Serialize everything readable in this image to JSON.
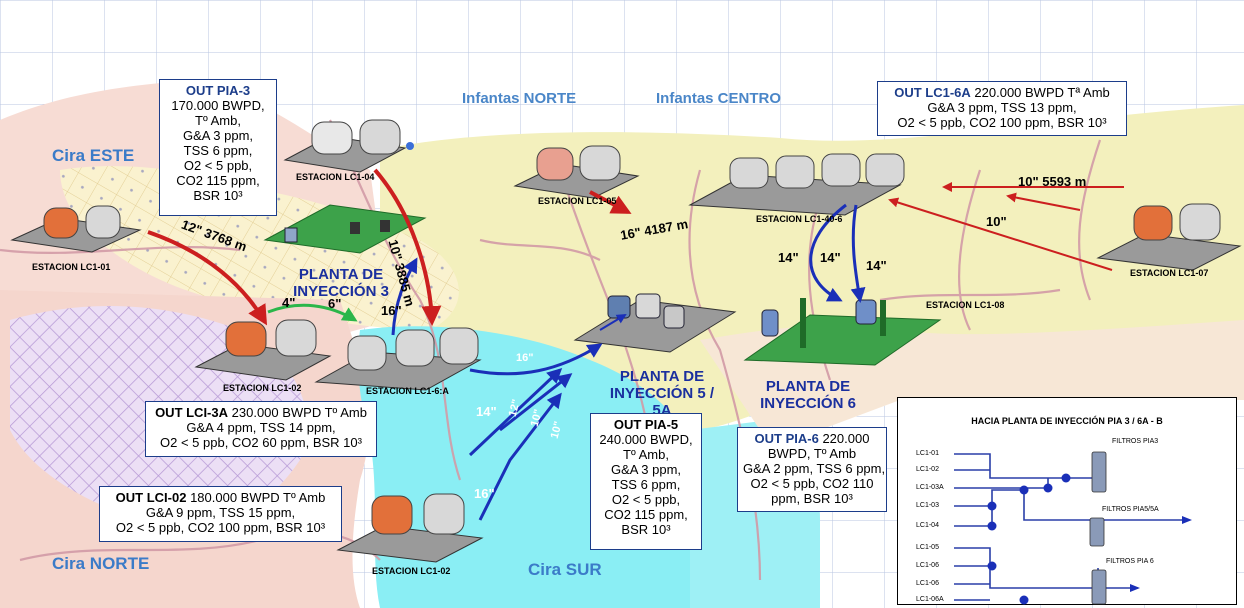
{
  "zones": {
    "cira_este": "Cira ESTE",
    "cira_norte": "Cira NORTE",
    "cira_sur": "Cira SUR",
    "infantas_norte": "Infantas NORTE",
    "infantas_centro": "Infantas CENTRO"
  },
  "stations": {
    "lc1_01": "ESTACION LC1-01",
    "lc1_04": "ESTACION LC1-04",
    "lc1_05": "ESTACION LC1-05",
    "lc1_4_6": "ESTACION LC1-40-6",
    "lc1_07": "ESTACION LC1-07",
    "lc1_08": "ESTACION LC1-08",
    "lc1_02_a": "ESTACION LC1-02",
    "lc1_6a": "ESTACION LC1-6:A",
    "lc1_02_b": "ESTACION LC1-02"
  },
  "plants": {
    "pia3": "PLANTA DE INYECCIÓN 3",
    "pia5": "PLANTA DE INYECCIÓN 5 / 5A",
    "pia6": "PLANTA DE INYECCIÓN 6"
  },
  "pipes": {
    "p12_3768": "12\" 3768 m",
    "p10_3885": "10\" 3885 m",
    "p16_4187": "16\" 4187 m",
    "p10_5593": "10\" 5593 m",
    "p10": "10\"",
    "p4": "4\"",
    "p6": "6\"",
    "p16_a": "16\"",
    "p14_a": "14\"",
    "p14_b": "14\"",
    "p14_c": "14\"",
    "p16_b": "16\"",
    "p14_d": "14\"",
    "p12": "12\"",
    "p10_b": "10\"",
    "p10_c": "10\"",
    "p16_c": "16\""
  },
  "boxes": {
    "out_pia3": {
      "title": "OUT PIA-3",
      "lines": [
        "170.000 BWPD,",
        "Tº Amb,",
        "G&A 3 ppm,",
        "TSS 6 ppm,",
        "O2 < 5 ppb,",
        "CO2 115 ppm,",
        "BSR 10³"
      ]
    },
    "out_lc1_6a": {
      "title": "OUT LC1-6A",
      "first": "220.000 BWPD Tª Amb",
      "lines": [
        "G&A 3 ppm, TSS 13 ppm,",
        "O2 < 5 ppb, CO2 100 ppm, BSR 10³"
      ]
    },
    "out_lci_3a": {
      "title": "OUT LCI-3A",
      "first": "230.000 BWPD Tº Amb",
      "lines": [
        "G&A 4 ppm, TSS 14 ppm,",
        "O2 < 5 ppb, CO2 60 ppm, BSR 10³"
      ]
    },
    "out_lci_02": {
      "title": "OUT LCI-02",
      "first": "180.000 BWPD Tº Amb",
      "lines": [
        "G&A 9 ppm, TSS 15 ppm,",
        "O2 < 5 ppb, CO2 100 ppm, BSR 10³"
      ]
    },
    "out_pia5": {
      "title": "OUT PIA-5",
      "lines": [
        "240.000 BWPD,",
        "Tº Amb,",
        "G&A 3 ppm,",
        "TSS 6 ppm,",
        "O2 < 5 ppb,",
        "CO2 115 ppm,",
        "BSR 10³"
      ]
    },
    "out_pia6": {
      "title": "OUT PIA-6",
      "first": "220.000",
      "lines": [
        "BWPD, Tº Amb",
        "G&A 2 ppm, TSS 6 ppm,",
        "O2 < 5 ppb, CO2 110",
        "ppm, BSR 10³"
      ]
    }
  },
  "legend": {
    "title": "HACIA PLANTA DE INYECCIÓN PIA 3 / 6A - B",
    "inputs": [
      "LC1-01",
      "LC1-02",
      "LC1-03A",
      "LC1-03",
      "LC1-04",
      "LC1-05",
      "LC1-06",
      "LC1-06",
      "LC1-06A"
    ],
    "outputs": [
      "FILTROS PIA3",
      "FILTROS PIA5/5A",
      "FILTROS PIA 6"
    ]
  },
  "colors": {
    "map_grid": "#9fb3d8",
    "field_pink": "#f3cfc6",
    "field_cream": "#f9f3c8",
    "field_yellow": "#f0efb8",
    "water_cyan": "#86ecf3",
    "river_pink": "#d99aa6",
    "lattice_purple": "#b79ad6",
    "flow_red": "#cc1f1f",
    "flow_blue": "#1a2fb8",
    "flow_green": "#2bb64a",
    "text_blue": "#1a2f9e"
  }
}
